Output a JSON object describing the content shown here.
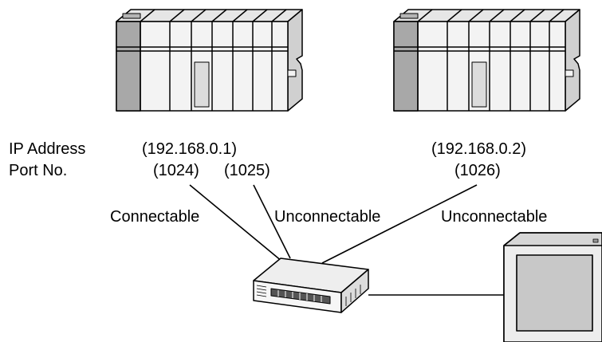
{
  "labels": {
    "ip_address": "IP Address",
    "port_no": "Port No.",
    "plc1_ip": "(192.168.0.1)",
    "plc1_port_a": "(1024)",
    "plc1_port_b": "(1025)",
    "plc2_ip": "(192.168.0.2)",
    "plc2_port": "(1026)",
    "link_connectable": "Connectable",
    "link_unconnectable_1": "Unconnectable",
    "link_unconnectable_2": "Unconnectable"
  },
  "colors": {
    "line": "#000000",
    "device_top": "#e4e4e4",
    "device_face": "#f2f2f2",
    "device_dark": "#a8a8a8",
    "screen": "#c8c8c8"
  }
}
